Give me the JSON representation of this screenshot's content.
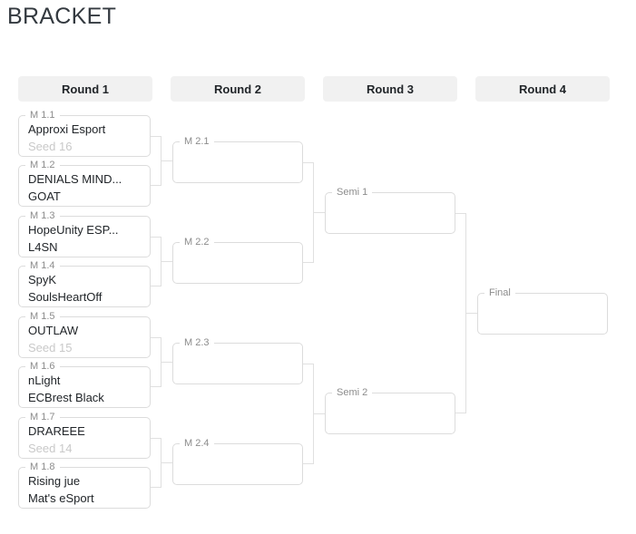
{
  "page": {
    "title": "BRACKET"
  },
  "rounds": [
    {
      "label": "Round 1",
      "matches": [
        {
          "id": "M 1.1",
          "slots": [
            {
              "text": "Approxi Esport"
            },
            {
              "text": "Seed 16",
              "muted": true
            }
          ]
        },
        {
          "id": "M 1.2",
          "slots": [
            {
              "text": "DENIALS MIND..."
            },
            {
              "text": "GOAT"
            }
          ]
        },
        {
          "id": "M 1.3",
          "slots": [
            {
              "text": "HopeUnity ESP..."
            },
            {
              "text": "L4SN"
            }
          ]
        },
        {
          "id": "M 1.4",
          "slots": [
            {
              "text": "SpyK"
            },
            {
              "text": "SoulsHeartOff"
            }
          ]
        },
        {
          "id": "M 1.5",
          "slots": [
            {
              "text": "OUTLAW"
            },
            {
              "text": "Seed 15",
              "muted": true
            }
          ]
        },
        {
          "id": "M 1.6",
          "slots": [
            {
              "text": "nLight"
            },
            {
              "text": "ECBrest Black"
            }
          ]
        },
        {
          "id": "M 1.7",
          "slots": [
            {
              "text": "DRAREEE"
            },
            {
              "text": "Seed 14",
              "muted": true
            }
          ]
        },
        {
          "id": "M 1.8",
          "slots": [
            {
              "text": "Rising jue"
            },
            {
              "text": "Mat's eSport"
            }
          ]
        }
      ]
    },
    {
      "label": "Round 2",
      "matches": [
        {
          "id": "M 2.1",
          "slots": []
        },
        {
          "id": "M 2.2",
          "slots": []
        },
        {
          "id": "M 2.3",
          "slots": []
        },
        {
          "id": "M 2.4",
          "slots": []
        }
      ]
    },
    {
      "label": "Round 3",
      "matches": [
        {
          "id": "Semi 1",
          "slots": []
        },
        {
          "id": "Semi 2",
          "slots": []
        }
      ]
    },
    {
      "label": "Round 4",
      "matches": [
        {
          "id": "Final",
          "slots": []
        }
      ]
    }
  ],
  "colors": {
    "header_bg": "#f1f1f1",
    "box_border": "#dcdcdc",
    "connector": "#e0e0e0",
    "team_text": "#212529",
    "muted_text": "#c9c9c9",
    "label_text": "#8c8c8c",
    "title_text": "#343a40",
    "header_text": "#212529"
  }
}
